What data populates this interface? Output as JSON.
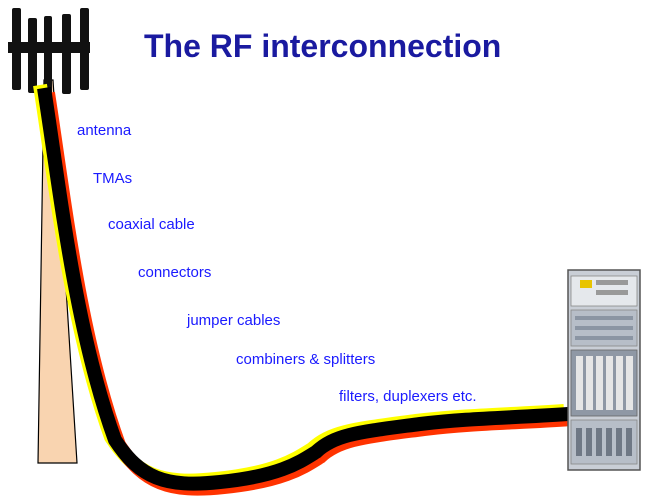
{
  "slide": {
    "title": "The RF interconnection",
    "components": [
      "antenna",
      "TMAs",
      "coaxial cable",
      "connectors",
      "jumper cables",
      "combiners & splitters",
      "filters, duplexers etc."
    ],
    "colors": {
      "title": "#1a1aa0",
      "labels": "#1a1aff",
      "tower": "#f9d4b0",
      "cable_main": "#000000",
      "cable_top_edge": "#ffff00",
      "cable_bottom_edge": "#ff3300"
    }
  }
}
